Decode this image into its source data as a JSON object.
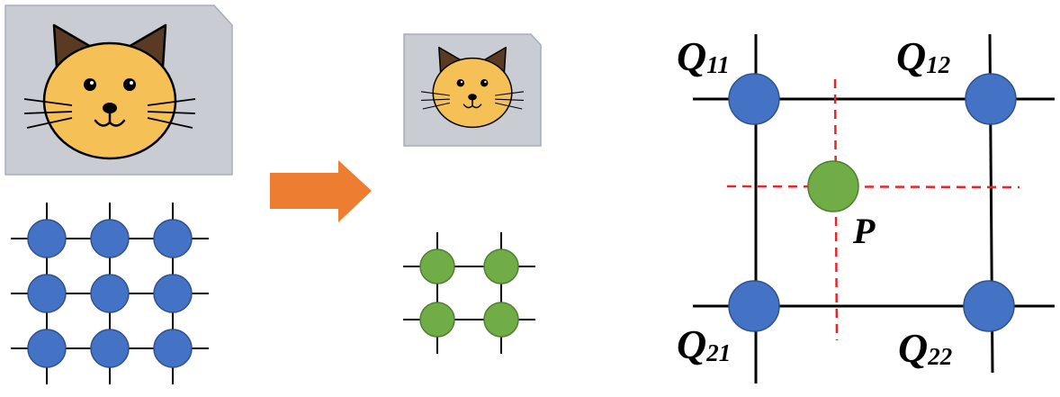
{
  "colors": {
    "card_fill": "#c9ccd3",
    "card_stroke": "#a8adb6",
    "cat_face": "#f5c055",
    "cat_ear": "#5a3a22",
    "blue_node": "#4472c4",
    "blue_stroke": "#2f528f",
    "green_node": "#70ad47",
    "green_stroke": "#507e32",
    "arrow": "#ed7d31",
    "dashed": "#e8262a",
    "line": "#000000"
  },
  "icons": {
    "cat_large": "cat-face-icon",
    "cat_small": "cat-face-icon",
    "arrow": "right-arrow-icon"
  },
  "grids": {
    "source_rows": 3,
    "source_cols": 3,
    "target_rows": 2,
    "target_cols": 2
  },
  "labels": {
    "q11_letter": "Q",
    "q11_sub": "11",
    "q12_letter": "Q",
    "q12_sub": "12",
    "q21_letter": "Q",
    "q21_sub": "21",
    "q22_letter": "Q",
    "q22_sub": "22",
    "p": "P"
  }
}
